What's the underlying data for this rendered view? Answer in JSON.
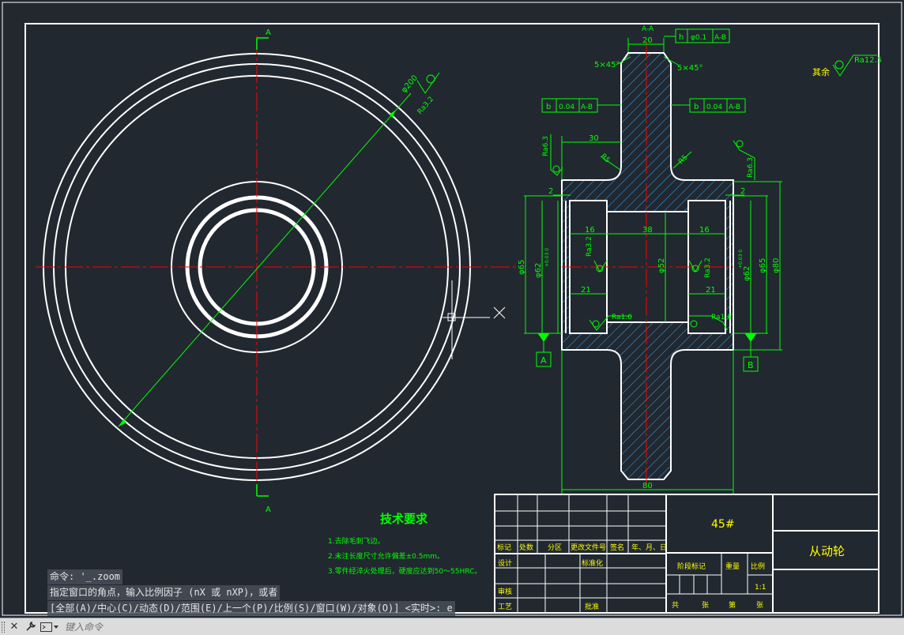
{
  "colors": {
    "background": "#212830",
    "white": "#ffffff",
    "green": "#00ff00",
    "red": "#ff0000",
    "cyan": "#00ffff",
    "yellow": "#ffff00"
  },
  "section_label_top": "A",
  "section_label_bottom": "A",
  "section_view_title": "A-A",
  "dims": {
    "phi200": "φ200",
    "ra32_left": "Ra3.2",
    "top_20": "20",
    "tol_h_sym": "h",
    "tol_h_val": "φ0.1",
    "tol_h_ref": "A-B",
    "chamfer_left": "5×45°",
    "chamfer_right": "5×45°",
    "tol_b_left_sym": "b",
    "tol_b_left_val": "0.04",
    "tol_b_left_ref": "A-B",
    "tol_b_right_sym": "b",
    "tol_b_right_val": "0.04",
    "tol_b_right_ref": "A-B",
    "rest_label": "其余",
    "ra125": "Ra12.5",
    "dim_30": "30",
    "ra63_left": "Ra6.3",
    "ra63_right": "Ra6.3",
    "r5_left": "R5",
    "r5_right": "R5",
    "dim_2_left": "2",
    "dim_2_right": "2",
    "dim_16_left": "16",
    "dim_38": "38",
    "dim_16_right": "16",
    "phi65_left": "φ65",
    "phi62_left": "φ62",
    "phi62_left_tol": "+0.03 0",
    "ra32_in_left": "Ra3.2",
    "phi52": "φ52",
    "ra32_in_right": "Ra3.2",
    "phi62_right": "φ62",
    "phi62_right_tol": "+0.03 0",
    "phi65_right": "φ65",
    "phi80": "φ80",
    "dim_21_left": "21",
    "dim_21_right": "21",
    "ra16_left": "Ra1.6",
    "ra16_right": "Ra1.6",
    "datum_a": "A",
    "datum_b": "B",
    "dim_80": "80"
  },
  "tech": {
    "title": "技术要求",
    "items": [
      "1.去除毛刺飞边。",
      "2.未注长度尺寸允许偏差±0.5mm。",
      "3.零件经淬火处理后，硬度应达到50～55HRC。"
    ]
  },
  "title_block": {
    "material": "45#",
    "part_name": "从动轮",
    "h_biaoji": "标记",
    "h_chushu": "处数",
    "h_fenqu": "分区",
    "h_gengai": "更改文件号",
    "h_qianming": "签名",
    "h_date": "年、月、日",
    "design": "设计",
    "standard": "标准化",
    "stage": "阶段标记",
    "weight": "重量",
    "scale_label": "比例",
    "scale": "1:1",
    "review": "审核",
    "process": "工艺",
    "approve": "批准",
    "total": "共",
    "sheets1": "张",
    "sheet_no": "第",
    "sheets2": "张"
  },
  "command": {
    "history": [
      "命令: '_.zoom",
      "指定窗口的角点，输入比例因子 (nX 或 nXP)，或者",
      "[全部(A)/中心(C)/动态(D)/范围(E)/上一个(P)/比例(S)/窗口(W)/对象(O)] <实时>:  e"
    ],
    "placeholder": "键入命令",
    "close_glyph": "✕",
    "wrench_glyph": "🔧"
  }
}
